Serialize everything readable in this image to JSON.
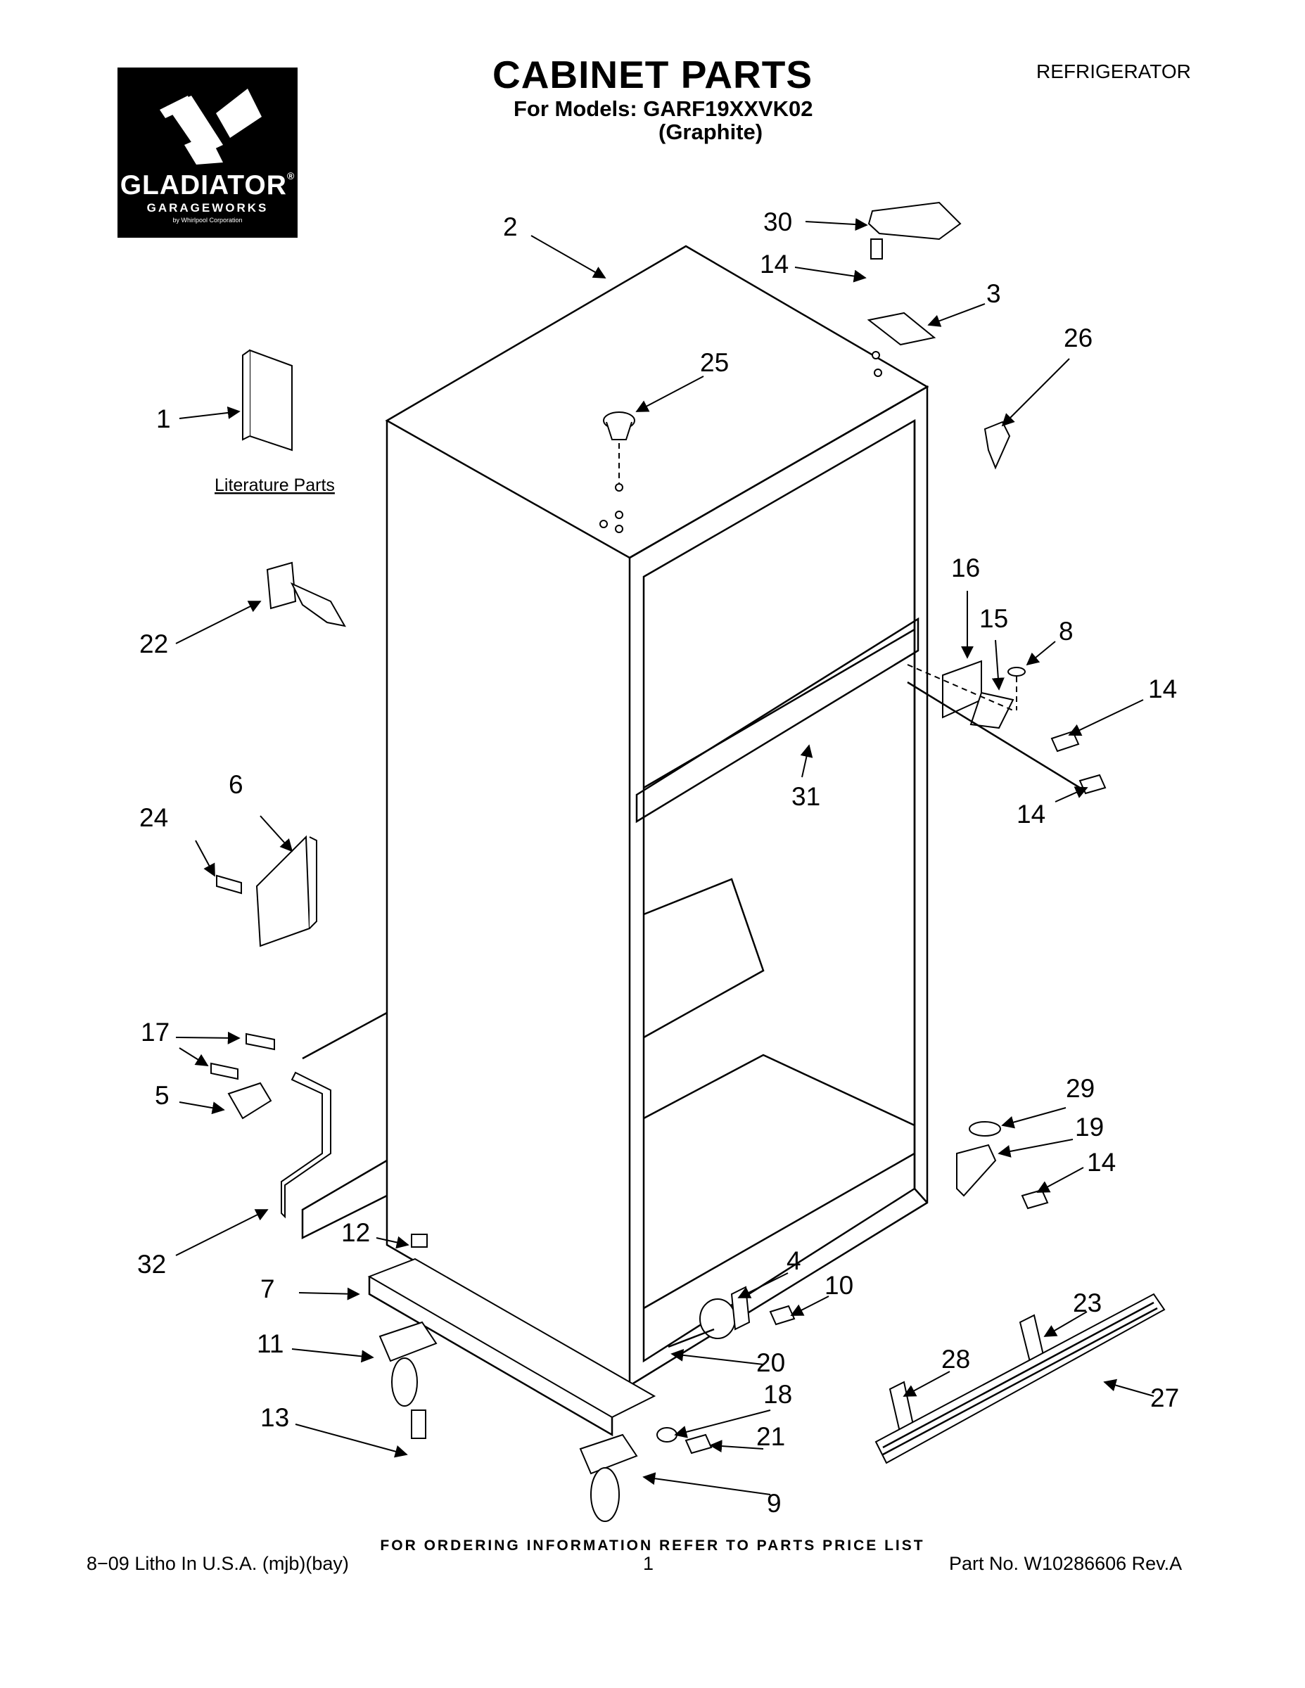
{
  "header": {
    "title": "CABINET PARTS",
    "models_line": "For Models: GARF19XXVK02",
    "variant": "(Graphite)",
    "category": "REFRIGERATOR"
  },
  "logo": {
    "brand": "GLADIATOR",
    "trademark": "®",
    "sub": "GARAGEWORKS",
    "by": "by Whirlpool Corporation"
  },
  "diagram": {
    "literature_label": "Literature Parts",
    "callouts": [
      "1",
      "2",
      "3",
      "4",
      "5",
      "6",
      "7",
      "8",
      "9",
      "10",
      "11",
      "12",
      "13",
      "14",
      "15",
      "16",
      "17",
      "18",
      "19",
      "20",
      "21",
      "22",
      "23",
      "24",
      "25",
      "26",
      "27",
      "28",
      "29",
      "30",
      "31",
      "32"
    ]
  },
  "footer": {
    "ordering_note": "FOR ORDERING INFORMATION REFER TO PARTS PRICE LIST",
    "litho": "8−09 Litho In U.S.A. (mjb)(bay)",
    "page_number": "1",
    "part_number": "Part No. W10286606 Rev.A"
  }
}
